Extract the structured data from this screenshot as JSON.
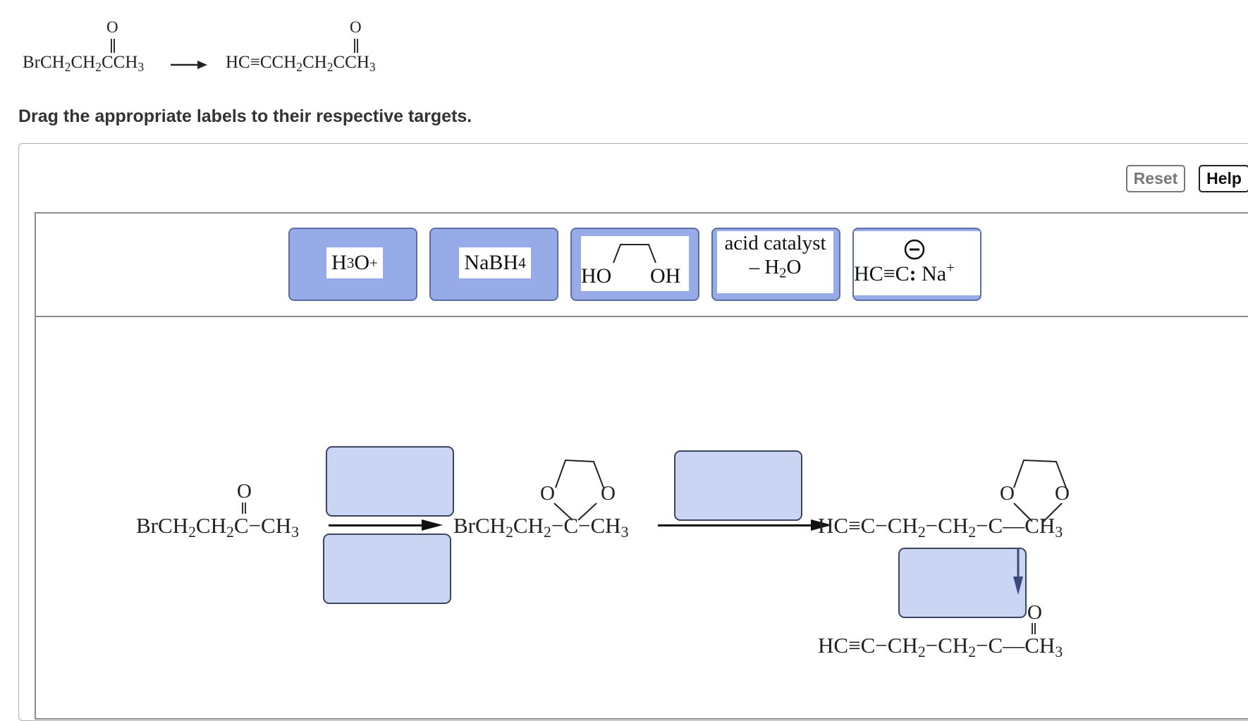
{
  "header_reaction": {
    "start": {
      "pre": "BrCH",
      "s1": "2",
      "mid": "CH",
      "s2": "2",
      "post": "CCH",
      "s3": "3",
      "oxygen": "O"
    },
    "product": {
      "pre": "HC",
      "bond": "≡",
      "mid": "CCH",
      "s1": "2",
      "mid2": "CH",
      "s2": "2",
      "post": "CCH",
      "s3": "3",
      "oxygen": "O"
    }
  },
  "instructions": "Drag the appropriate labels to their respective targets.",
  "toolbar": {
    "reset_label": "Reset",
    "help_label": "Help"
  },
  "labels": {
    "h3o": {
      "base": "H",
      "sub": "3",
      "mid": "O",
      "sup": "+"
    },
    "nabh4": {
      "base": "NaBH",
      "sub": "4"
    },
    "diol": {
      "left": "HO",
      "right": "OH"
    },
    "acid": {
      "line1": "acid catalyst",
      "line2_pre": "– H",
      "line2_sub": "2",
      "line2_post": "O"
    },
    "acetylide": {
      "pre": "HC",
      "bond": "≡",
      "c": "C",
      "lone_pair": ":",
      "cation": "Na",
      "cation_sup": "+",
      "charge": "−"
    }
  },
  "scheme": {
    "start": {
      "pre": "BrCH",
      "s1": "2",
      "mid": "CH",
      "s2": "2",
      "post": "C",
      "dash": "−",
      "tail": "CH",
      "s3": "3",
      "oxygen": "O"
    },
    "ketal1": {
      "pre": "BrCH",
      "s1": "2",
      "mid": "CH",
      "s2": "2",
      "dash1": "−",
      "c": "C",
      "dash2": "−",
      "tail": "CH",
      "s3": "3",
      "o1": "O",
      "o2": "O"
    },
    "ketal2": {
      "pre": "HC",
      "bond": "≡",
      "c1": "C",
      "d1": "−",
      "ch2a": "CH",
      "s1": "2",
      "d2": "−",
      "ch2b": "CH",
      "s2": "2",
      "d3": "−",
      "c": "C",
      "d4": "—",
      "tail": "CH",
      "s3": "3",
      "o1": "O",
      "o2": "O"
    },
    "final": {
      "pre": "HC",
      "bond": "≡",
      "c1": "C",
      "d1": "−",
      "ch2a": "CH",
      "s1": "2",
      "d2": "−",
      "ch2b": "CH",
      "s2": "2",
      "d3": "−",
      "c": "C",
      "d4": "—",
      "tail": "CH",
      "s3": "3",
      "oxygen": "O"
    }
  }
}
